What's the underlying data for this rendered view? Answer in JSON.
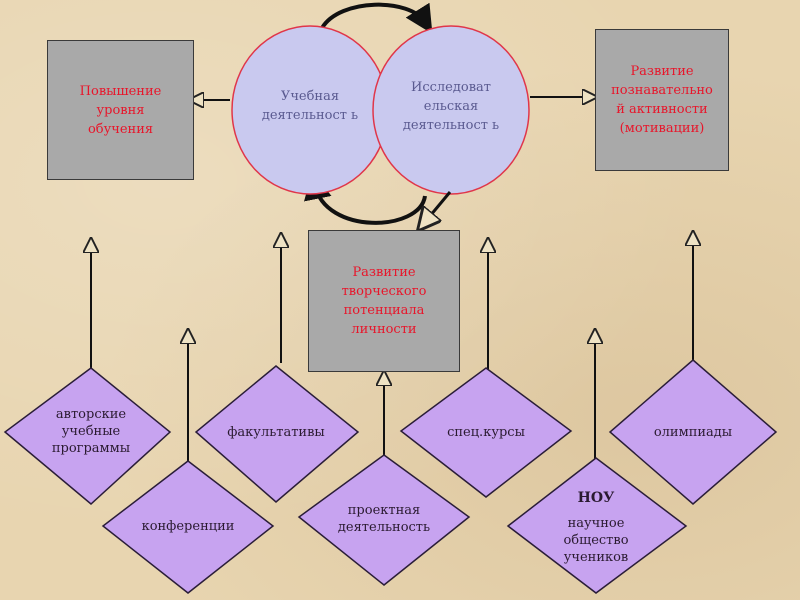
{
  "circles": {
    "study": "Учебная деятельност ь",
    "research": "Исследоват ельская деятельност ь"
  },
  "boxes": {
    "level": "Повышение уровня обучения",
    "cognitive": "Развитие познавательно й активности (мотивации)",
    "creative": "Развитие творческого потенциала личности"
  },
  "diamonds": {
    "author_programs": "авторские учебные программы",
    "conferences": "конференции",
    "electives": "факультативы",
    "project": "проектная деятельность",
    "special_courses": "спец.курсы",
    "nou_title": "НОУ",
    "nou_desc": "научное общество учеников",
    "olympiads": "олимпиады"
  },
  "colors": {
    "diamond_fill": "#c7a3f0",
    "circle_fill": "#c9c9ef",
    "box_fill": "#a9a9a9",
    "accent_text": "#e8152a"
  }
}
